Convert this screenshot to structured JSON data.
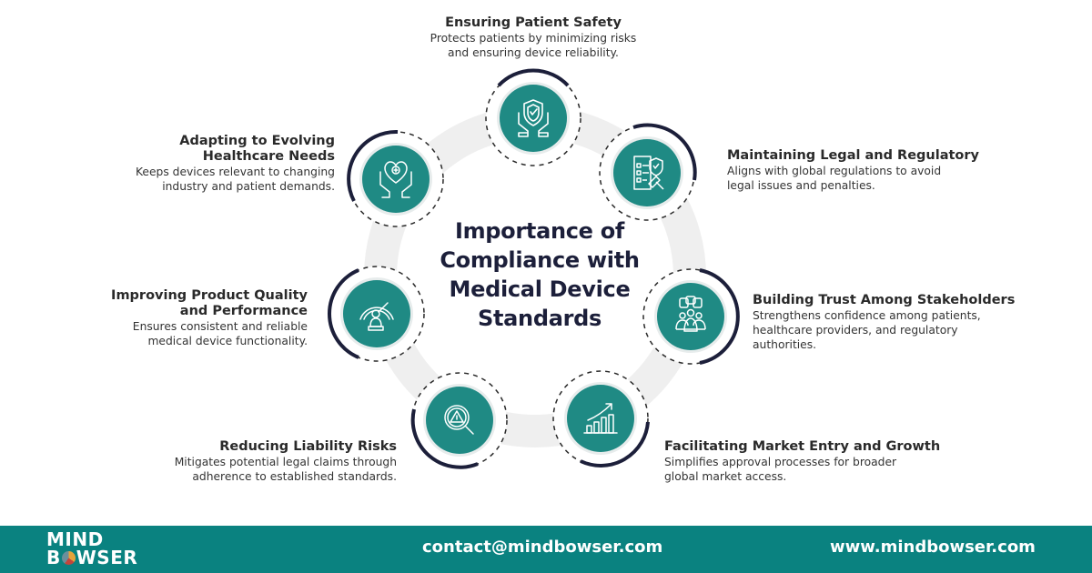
{
  "title": {
    "line1": "Importance of",
    "line2": "Compliance with",
    "line3": "Medical Device",
    "line4": "Standards"
  },
  "items": [
    {
      "heading": "Ensuring Patient Safety",
      "desc1": "Protects patients by minimizing risks",
      "desc2": "and ensuring device reliability.",
      "icon": "shield-hands-icon"
    },
    {
      "heading": "Maintaining Legal and Regulatory",
      "desc1": "Aligns with global regulations to avoid",
      "desc2": "legal issues and penalties.",
      "icon": "legal-checklist-gavel-icon"
    },
    {
      "heading": "Building Trust Among Stakeholders",
      "desc1": "Strengthens confidence among patients,",
      "desc2": "healthcare providers, and regulatory",
      "desc3": "authorities.",
      "icon": "stakeholders-chat-icon"
    },
    {
      "heading": "Facilitating Market Entry and Growth",
      "desc1": "Simplifies approval processes for broader",
      "desc2": "global market access.",
      "icon": "growth-chart-icon"
    },
    {
      "heading": "Reducing Liability Risks",
      "desc1": "Mitigates potential legal claims through",
      "desc2": "adherence to established standards.",
      "icon": "risk-magnifier-icon"
    },
    {
      "heading1": "Improving Product Quality",
      "heading2": "and Performance",
      "desc1": "Ensures consistent and reliable",
      "desc2": "medical device functionality.",
      "icon": "performance-gauge-icon"
    },
    {
      "heading1": "Adapting to Evolving",
      "heading2": "Healthcare Needs",
      "desc1": "Keeps devices relevant to changing",
      "desc2": "industry and patient demands.",
      "icon": "heart-hands-icon"
    }
  ],
  "footer": {
    "logo_line1": "MIND",
    "logo_line2_a": "B",
    "logo_line2_b": "WSER",
    "email": "contact@mindbowser.com",
    "website": "www.mindbowser.com"
  },
  "colors": {
    "teal": "#1f8a84",
    "navy": "#1c1f3a",
    "footer": "#0a8280",
    "ring": "#efefef"
  }
}
